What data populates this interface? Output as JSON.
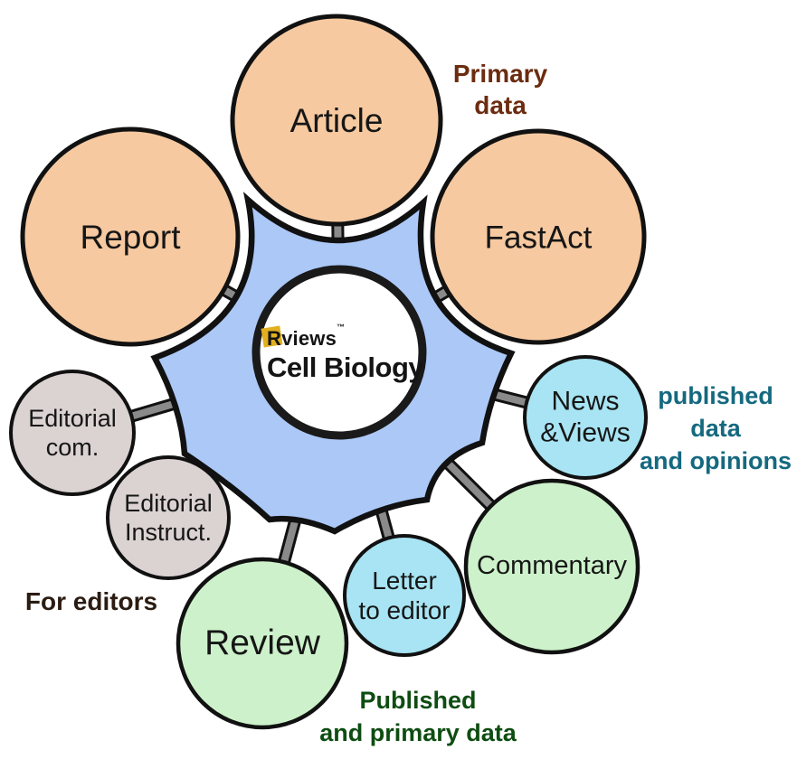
{
  "diagram": {
    "center": {
      "brand": "Rviews",
      "tm": "™",
      "title": "Cell Biology"
    },
    "nodes": {
      "article": {
        "label": "Article"
      },
      "report": {
        "label": "Report"
      },
      "fastact": {
        "label": "FastAct"
      },
      "news": {
        "line1": "News",
        "line2": "&Views"
      },
      "commentary": {
        "label": "Commentary"
      },
      "letter": {
        "line1": "Letter",
        "line2": "to editor"
      },
      "review": {
        "label": "Review"
      },
      "editorial_instructions": {
        "line1": "Editorial",
        "line2": "Instruct."
      },
      "editorial_committee": {
        "line1": "Editorial",
        "line2": "com."
      }
    },
    "annotations": {
      "primary_data": {
        "line1": "Primary",
        "line2": "data"
      },
      "published_opinions": {
        "line1": "published",
        "line2": "data",
        "line3": "and opinions"
      },
      "published_primary": {
        "line1": "Published",
        "line2": "and primary data"
      },
      "for_editors": {
        "label": "For editors"
      }
    },
    "colors": {
      "primary_node": "#F6C9A0",
      "secondary_node": "#A8E4F3",
      "tertiary_node": "#CDF2CB",
      "editorial_node": "#DBD2D2",
      "hub": "#ABC8F7",
      "connector": "#8A8A8A",
      "outline": "#111111",
      "logo_yellow": "#E1AF1F",
      "annotation_brown": "#6B2C10",
      "annotation_teal": "#15697F",
      "annotation_green": "#0E4D12",
      "annotation_dark": "#2B1C12"
    }
  }
}
